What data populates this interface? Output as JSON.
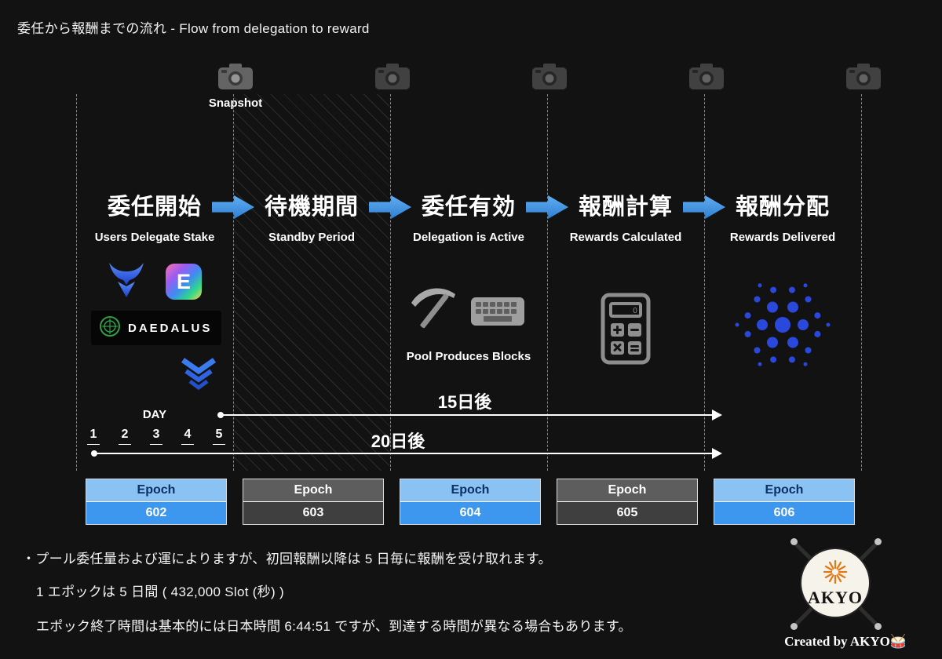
{
  "page": {
    "title": "委任から報酬までの流れ - Flow from delegation to reward",
    "background": "#121212",
    "accent_blue": "#3e8ede"
  },
  "snapshot": {
    "label": "Snapshot"
  },
  "stages": [
    {
      "title": "委任開始",
      "subtitle": "Users Delegate Stake"
    },
    {
      "title": "待機期間",
      "subtitle": "Standby Period"
    },
    {
      "title": "委任有効",
      "subtitle": "Delegation is Active"
    },
    {
      "title": "報酬計算",
      "subtitle": "Rewards Calculated"
    },
    {
      "title": "報酬分配",
      "subtitle": "Rewards Delivered"
    }
  ],
  "wallets": {
    "daedalus_label": "DAEDALUS",
    "e_letter": "E"
  },
  "day": {
    "label": "DAY",
    "numbers": [
      "1",
      "2",
      "3",
      "4",
      "5"
    ]
  },
  "pool_caption": "Pool Produces Blocks",
  "calculator": {
    "display": "0"
  },
  "timeline": {
    "arrow_15": "15日後",
    "arrow_20": "20日後"
  },
  "epochs": [
    {
      "label": "Epoch",
      "number": "602",
      "style": "blue"
    },
    {
      "label": "Epoch",
      "number": "603",
      "style": "gray"
    },
    {
      "label": "Epoch",
      "number": "604",
      "style": "blue"
    },
    {
      "label": "Epoch",
      "number": "605",
      "style": "gray"
    },
    {
      "label": "Epoch",
      "number": "606",
      "style": "blue"
    }
  ],
  "notes": [
    "・プール委任量および運によりますが、初回報酬以降は 5 日毎に報酬を受け取れます。",
    "1 エポックは 5 日間 ( 432,000 Slot (秒) )",
    "エポック終了時間は基本的には日本時間 6:44:51 ですが、到達する時間が異なる場合もあります。"
  ],
  "branding": {
    "logo_text": "AKYO",
    "credit": "Created by AKYO🥁"
  },
  "colors": {
    "epoch_blue_header": "#8ac2f3",
    "epoch_blue_body": "#3e97ef",
    "epoch_gray_header": "#5d5d5d",
    "epoch_gray_body": "#3f3f3f",
    "cardano_blue": "#2a49dc",
    "daedalus_green": "#2f9e44"
  }
}
